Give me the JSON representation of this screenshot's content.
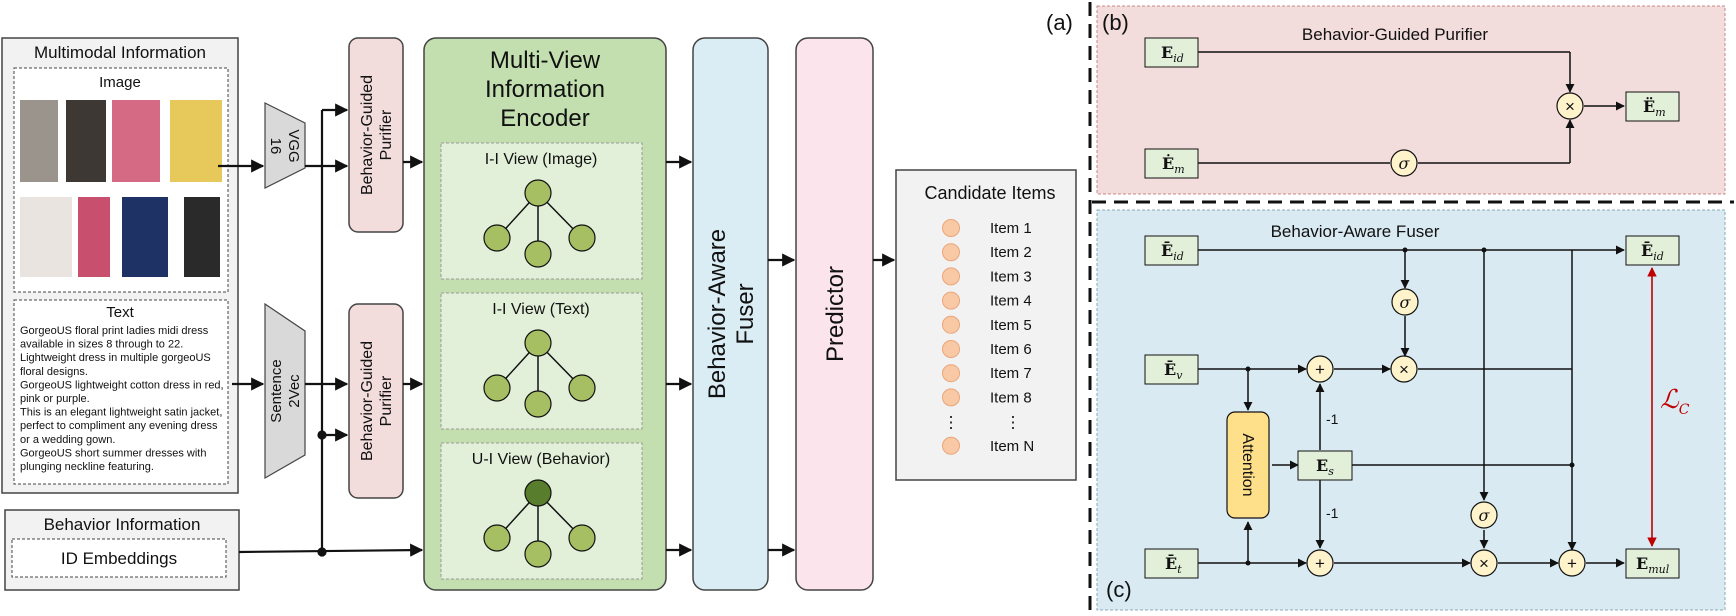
{
  "panel_labels": {
    "a": "(a)",
    "b": "(b)",
    "c": "(c)"
  },
  "multimodal": {
    "title": "Multimodal Information",
    "image_title": "Image",
    "text_title": "Text",
    "text_lines": [
      "GorgeoUS floral print ladies midi dress",
      "available in sizes 8 through to 22.",
      "Lightweight dress in multiple gorgeoUS",
      "floral designs.",
      "GorgeoUS lightweight cotton dress in red,",
      "pink or purple.",
      "This is an elegant lightweight satin jacket,",
      "perfect to compliment any evening dress",
      "or a wedding gown.",
      "GorgeoUS short summer dresses with",
      "plunging neckline featuring."
    ]
  },
  "behavior": {
    "title": "Behavior Information",
    "id_embeddings": "ID Embeddings"
  },
  "extractors": {
    "vgg": [
      "VGG",
      "16"
    ],
    "sentence": [
      "Sentence",
      "2Vec"
    ]
  },
  "purifier_label": [
    "Behavior-Guided",
    "Purifier"
  ],
  "encoder": {
    "title": [
      "Multi-View",
      "Information",
      "Encoder"
    ],
    "views": [
      "I-I View (Image)",
      "I-I View (Text)",
      "U-I View (Behavior)"
    ]
  },
  "fuser_label": [
    "Behavior-Aware",
    "Fuser"
  ],
  "predictor_label": "Predictor",
  "candidates": {
    "title": "Candidate Items",
    "items": [
      "Item 1",
      "Item 2",
      "Item 3",
      "Item 4",
      "Item 5",
      "Item 6",
      "Item 7",
      "Item 8",
      "⋮",
      "Item N"
    ],
    "dots": "⋮"
  },
  "panel_b": {
    "title": "Behavior-Guided Purifier",
    "e_id": "E",
    "e_id_sub": "id",
    "e_m_dot": "Ė",
    "e_m_sub": "m",
    "e_m_ddot": "Ë",
    "e_out_sub": "m",
    "sigma": "σ",
    "times": "×"
  },
  "panel_c": {
    "title": "Behavior-Aware Fuser",
    "e_bar": "Ē",
    "sub_id": "id",
    "sub_v": "v",
    "sub_t": "t",
    "e_s": "E",
    "sub_s": "s",
    "e_mul": "E",
    "sub_mul": "mul",
    "attention": "Attention",
    "minus_one": "-1",
    "loss_symbol": "ℒ",
    "loss_sub": "C",
    "sigma": "σ",
    "times": "×",
    "plus": "+"
  },
  "colors": {
    "purifier_fill": "#f2dcdc",
    "encoder_fill": "#c3dfb0",
    "fuser_fill": "#daedf4",
    "predictor_fill": "#fbe4ec",
    "panel_b_bg": "#f2dcdc",
    "panel_c_bg": "#daeaf2",
    "node_green": "#a6bf62",
    "node_dark": "#587d2c",
    "loss_red": "#c00000"
  }
}
